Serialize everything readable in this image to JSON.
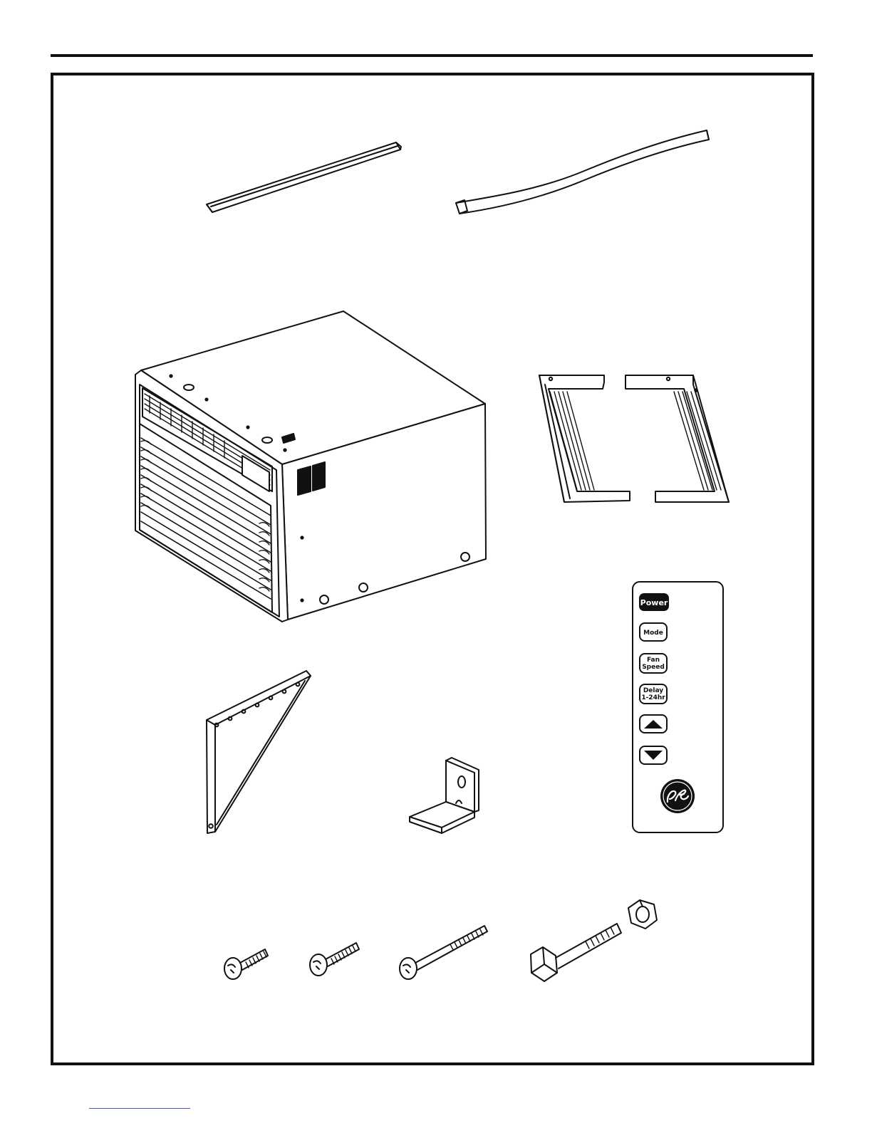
{
  "remote": {
    "buttons": {
      "power": "Power",
      "mode": "Mode",
      "fan_line1": "Fan",
      "fan_line2": "Speed",
      "delay_line1": "Delay",
      "delay_line2": "1-24hr"
    },
    "logo": "GE"
  },
  "colors": {
    "ink": "#111111",
    "paper": "#ffffff",
    "link": "#3b55c8"
  }
}
